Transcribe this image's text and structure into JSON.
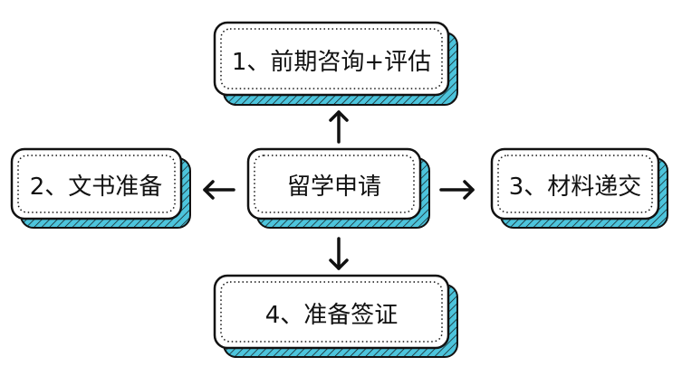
{
  "diagram": {
    "center": {
      "label": "留学申请"
    },
    "steps": [
      {
        "label": "1、前期咨询+评估"
      },
      {
        "label": "2、文书准备"
      },
      {
        "label": "3、材料递交"
      },
      {
        "label": "4、准备签证"
      }
    ]
  },
  "colors": {
    "shadow": "#4cc4dc",
    "stroke": "#111111",
    "fill": "#ffffff"
  }
}
